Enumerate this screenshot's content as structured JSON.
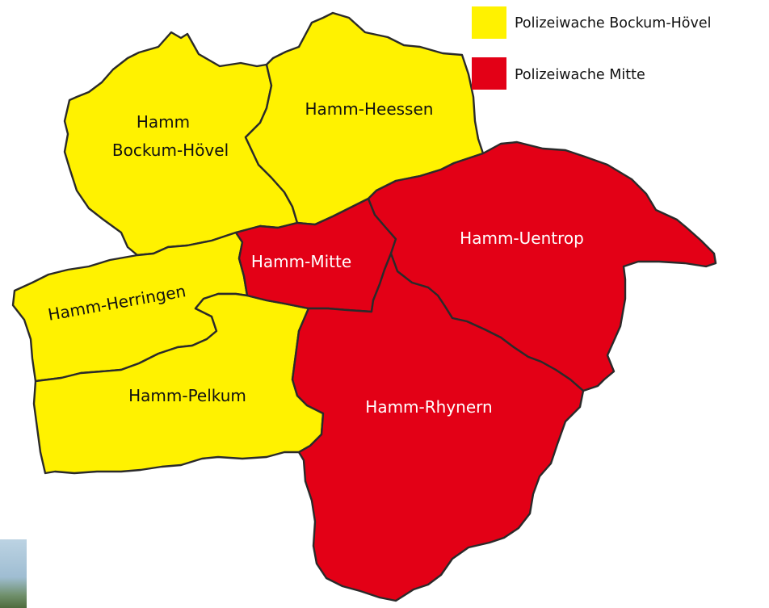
{
  "colors": {
    "bockum_hoevel_station": "#fff200",
    "mitte_station": "#e30016",
    "border": "#2a2a2a",
    "label_on_yellow": "#111111",
    "label_on_red": "#ffffff"
  },
  "legend": {
    "items": [
      {
        "label": "Polizeiwache Bockum-Hövel",
        "color": "#fff200"
      },
      {
        "label": "Polizeiwache Mitte",
        "color": "#e30016"
      }
    ]
  },
  "districts": {
    "bockum_hoevel": {
      "line1": "Hamm",
      "line2": "Bockum-Hövel",
      "station": "Polizeiwache Bockum-Hövel"
    },
    "heessen": {
      "label": "Hamm-Heessen",
      "station": "Polizeiwache Bockum-Hövel"
    },
    "herringen": {
      "label": "Hamm-Herringen",
      "station": "Polizeiwache Bockum-Hövel"
    },
    "pelkum": {
      "label": "Hamm-Pelkum",
      "station": "Polizeiwache Bockum-Hövel"
    },
    "mitte": {
      "label": "Hamm-Mitte",
      "station": "Polizeiwache Mitte"
    },
    "uentrop": {
      "label": "Hamm-Uentrop",
      "station": "Polizeiwache Mitte"
    },
    "rhynern": {
      "label": "Hamm-Rhynern",
      "station": "Polizeiwache Mitte"
    }
  }
}
